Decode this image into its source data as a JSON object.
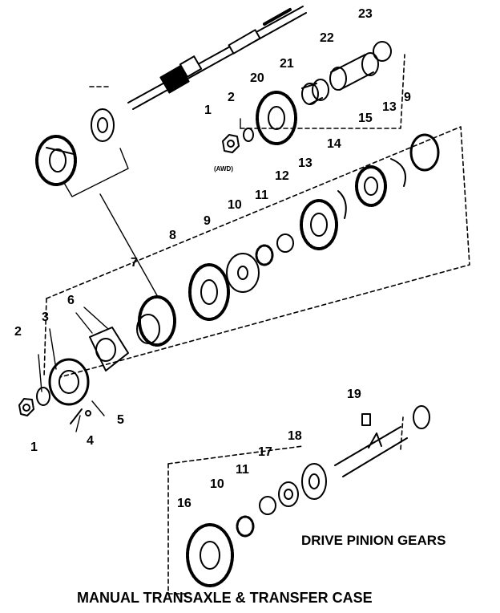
{
  "diagram": {
    "callouts": [
      "1",
      "2",
      "3",
      "4",
      "5",
      "6",
      "7",
      "8",
      "9",
      "10",
      "11",
      "12",
      "13",
      "14",
      "15",
      "16",
      "17",
      "18",
      "19",
      "20",
      "21",
      "22",
      "23"
    ],
    "awd_tag": "(AWD)",
    "section_label": "DRIVE PINION GEARS",
    "caption": "MANUAL TRANSAXLE & TRANSFER CASE"
  }
}
